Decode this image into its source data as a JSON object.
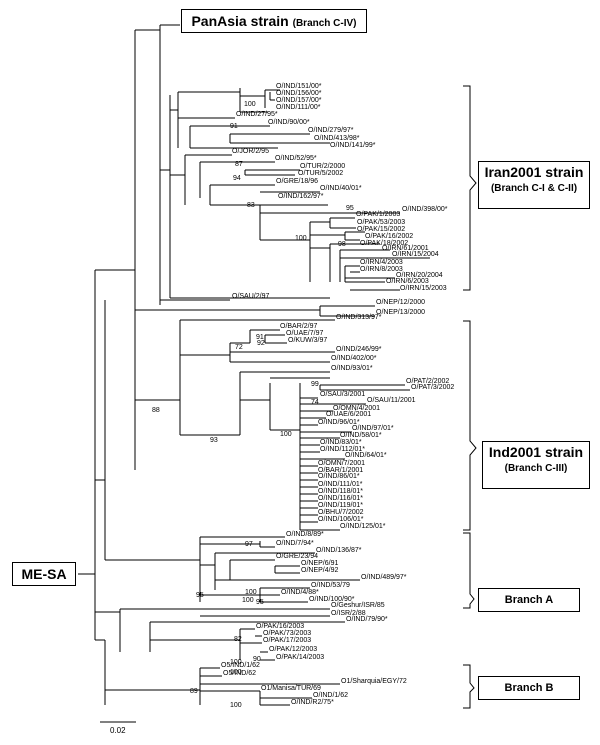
{
  "labels": {
    "panasia": "PanAsia strain",
    "panasia_branch": "(Branch C-IV)",
    "iran_title": "Iran2001 strain",
    "iran_branch": "(Branch C-I & C-II)",
    "ind_title": "Ind2001 strain",
    "ind_branch": "(Branch C-III)",
    "branch_a": "Branch A",
    "branch_b": "Branch B",
    "root_label": "ME-SA",
    "scale": "0.02"
  },
  "leaves": [
    "O/IND/151/00*",
    "O/IND/156/00*",
    "O/IND/157/00*",
    "O/IND/111/00*",
    "O/IND/27/95*",
    "O/IND/90/00*",
    "O/IND/279/97*",
    "O/IND/413/98*",
    "O/IND/141/99*",
    "O/JOR/2/95",
    "O/IND/52/95*",
    "O/TUR/2/2000",
    "O/TUR/5/2002",
    "O/GRE/18/96",
    "O/IND/40/01*",
    "O/IND/162/97*",
    "O/IND/398/00*",
    "O/PAK/1/2003",
    "O/PAK/53/2003",
    "O/PAK/15/2002",
    "O/PAK/16/2002",
    "O/PAK/18/2002",
    "O/IRN/61/2001",
    "O/IRN/15/2004",
    "O/IRN/4/2003",
    "O/IRN/8/2003",
    "O/IRN/20/2004",
    "O/IRN/6/2003",
    "O/IRN/15/2003",
    "O/SAU/2/97",
    "O/NEP/12/2000",
    "O/NEP/13/2000",
    "O/IND/313/97*",
    "O/BAR/2/97",
    "O/UAE/7/97",
    "O/KUW/3/97",
    "O/IND/246/99*",
    "O/IND/402/00*",
    "O/IND/93/01*",
    "O/PAT/2/2002",
    "O/PAT/3/2002",
    "O/SAU/3/2001",
    "O/SAU/11/2001",
    "O/OMN/4/2001",
    "O/UAE/6/2001",
    "O/IND/96/01*",
    "O/IND/97/01*",
    "O/IND/58/01*",
    "O/IND/83/01*",
    "O/IND/112/01*",
    "O/IND/64/01*",
    "O/OMN/7/2001",
    "O/BAR/1/2001",
    "O/IND/86/01*",
    "O/IND/111/01*",
    "O/IND/118/01*",
    "O/IND/116/01*",
    "O/IND/119/01*",
    "O/BHU/7/2002",
    "O/IND/106/01*",
    "O/IND/125/01*",
    "O/IND/8/89*",
    "O/IND/7/94*",
    "O/IND/136/87*",
    "O/GRE/23/94",
    "O/NEP/6/91",
    "O/NEP/4/92",
    "O/IND/489/97*",
    "O/IND/53/79",
    "O/IND/4/88*",
    "O/IND/100/90*",
    "O/Geshur/ISR/85",
    "O/ISR/2/88",
    "O/IND/79/90*",
    "O/PAK/16/2003",
    "O/PAK/73/2003",
    "O/PAK/17/2003",
    "O/PAK/12/2003",
    "O/PAK/14/2003",
    "O5/IND/1/62",
    "O5/IND/62",
    "O1/Sharquia/EGY/72",
    "O1/Manisa/TUR/69",
    "O/IND/1/62",
    "O/IND/R2/75*"
  ],
  "bootstrap": [
    "100",
    "91",
    "94",
    "87",
    "83",
    "100",
    "98",
    "95",
    "88",
    "92",
    "91",
    "72",
    "93",
    "100",
    "99",
    "74",
    "97",
    "95",
    "100",
    "100",
    "95",
    "100",
    "82",
    "100",
    "90",
    "89",
    "100"
  ]
}
